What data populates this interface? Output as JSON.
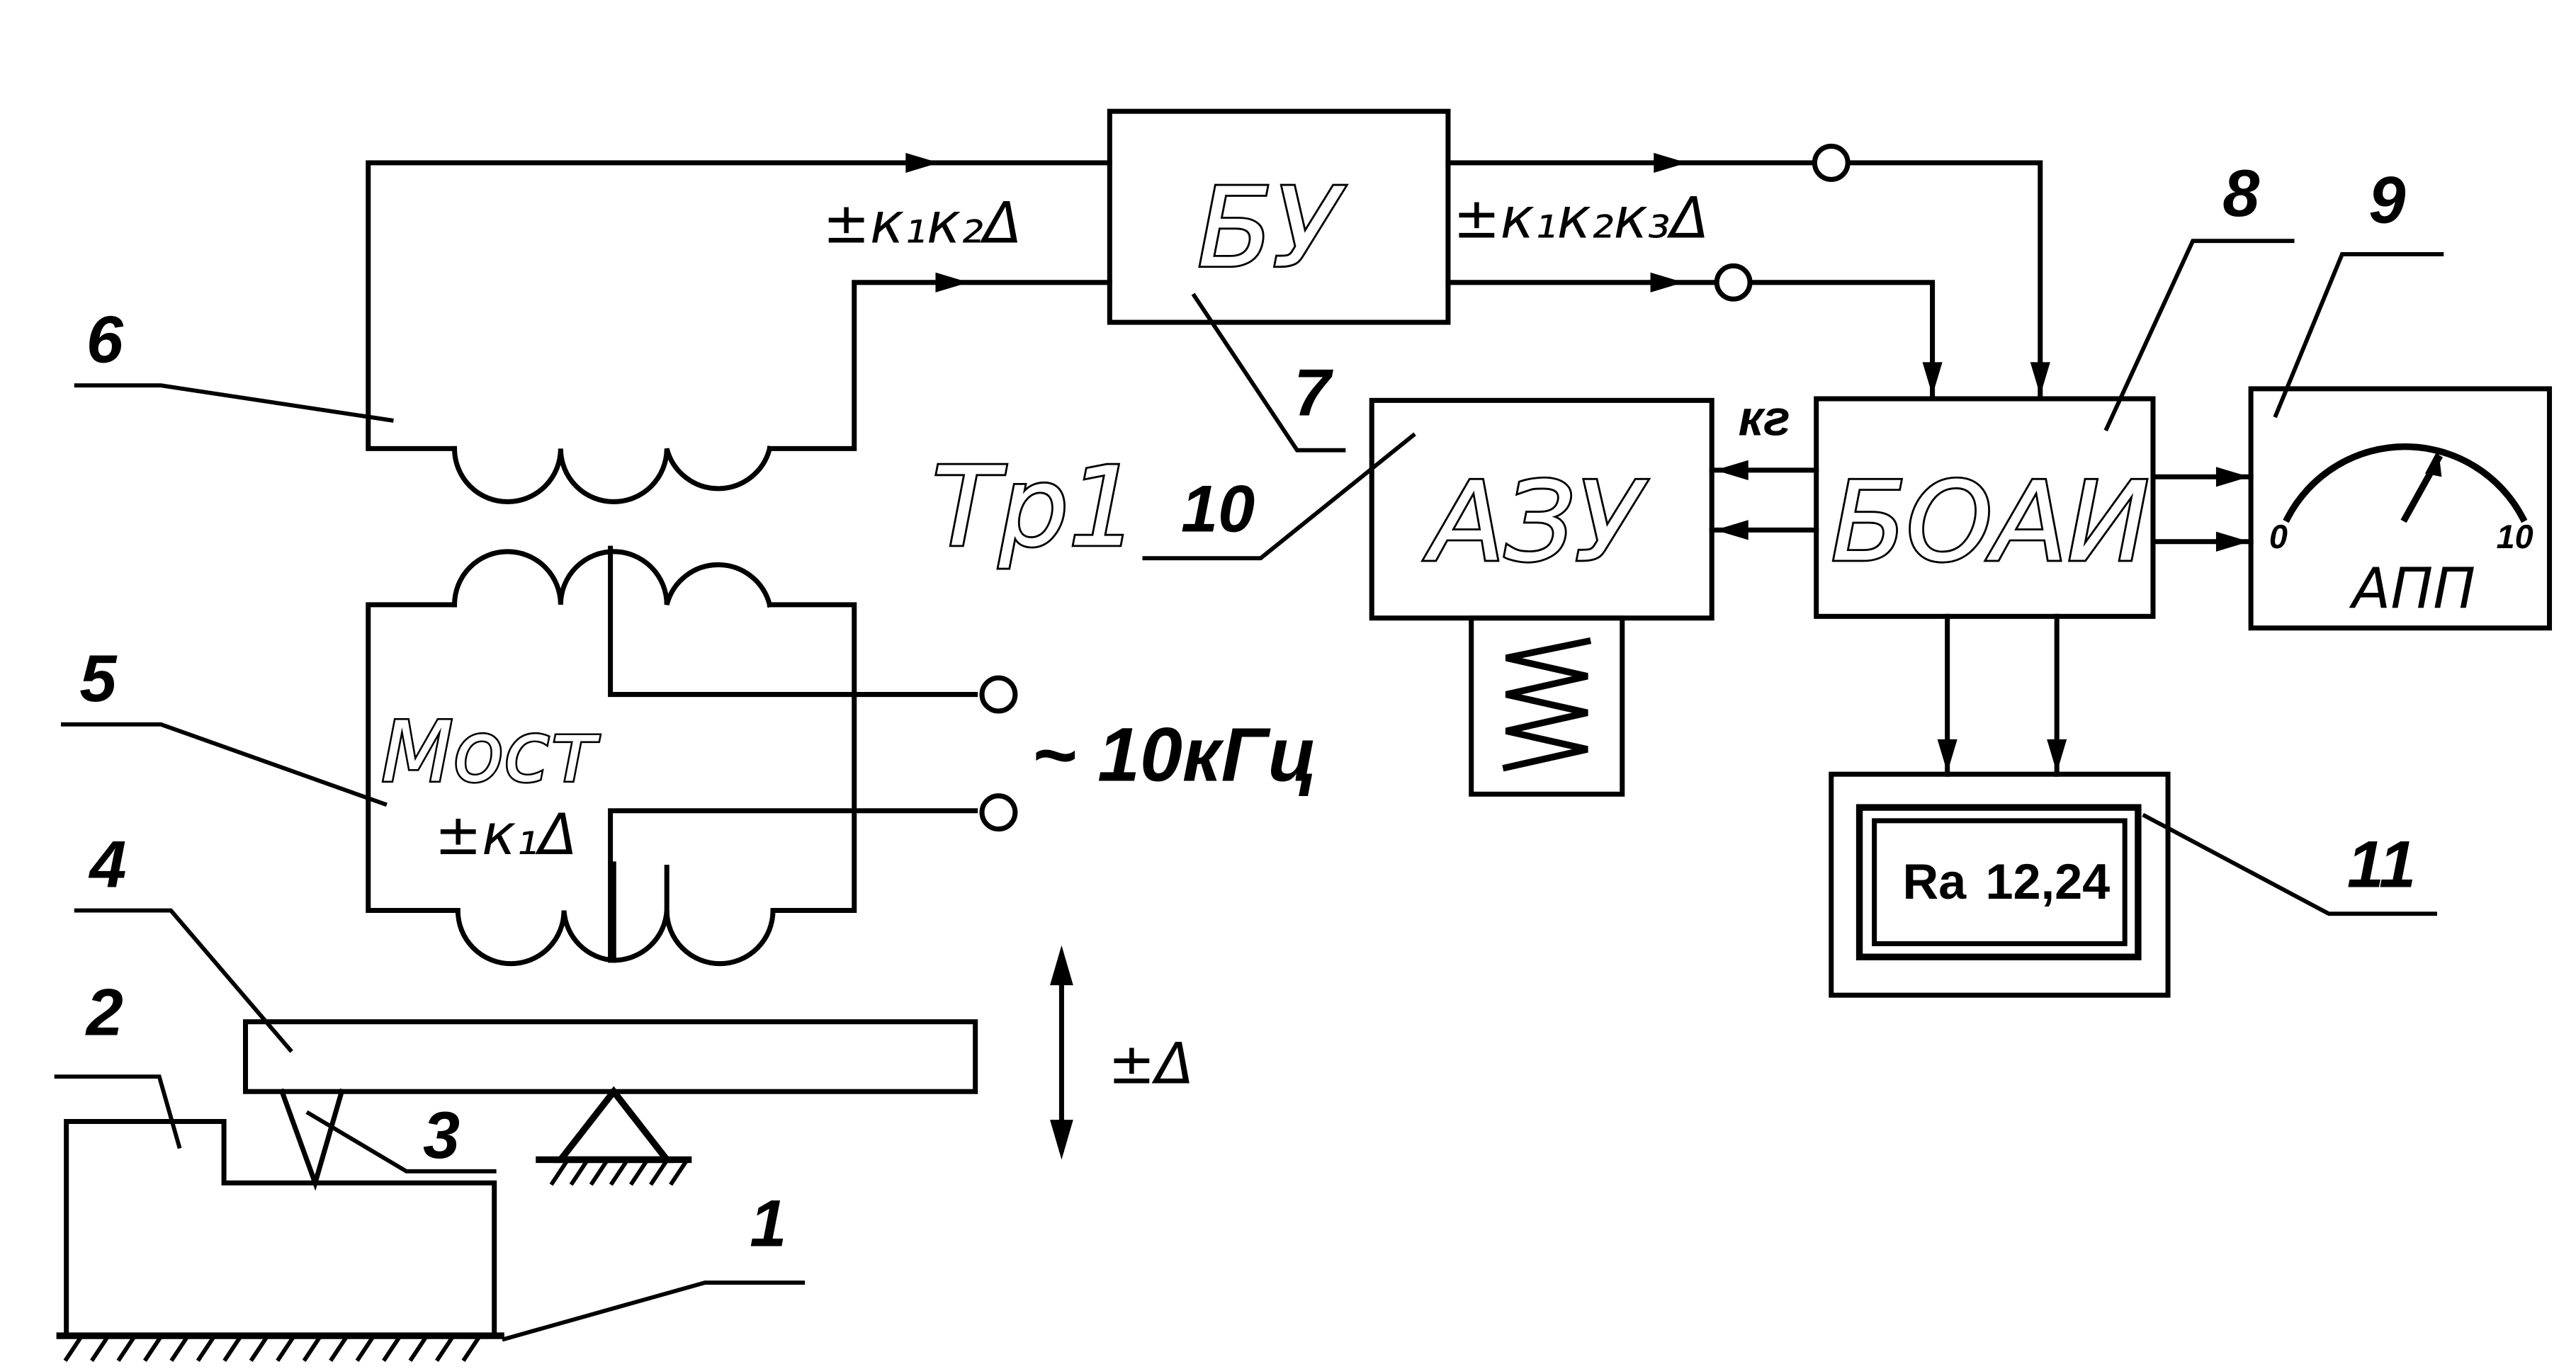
{
  "callouts": {
    "n1": "1",
    "n2": "2",
    "n3": "3",
    "n4": "4",
    "n5": "5",
    "n6": "6",
    "n7": "7",
    "n8": "8",
    "n9": "9",
    "n10": "10",
    "n11": "11"
  },
  "blocks": {
    "bu": "БУ",
    "azu": "АЗУ",
    "boai": "БОАИ",
    "transformer": "Тр1",
    "bridge_name": "Мост",
    "bridge_signal": "±к₁Δ"
  },
  "signals": {
    "k1k2": "±к₁к₂Δ",
    "k1k2k3": "±к₁к₂к₃Δ",
    "kg": "кг",
    "frequency": "~ 10кГц",
    "displacement": "±Δ"
  },
  "meter": {
    "label": "АПП",
    "scale_min": "0",
    "scale_max": "10"
  },
  "display": {
    "param": "Ra",
    "value": "12,24"
  }
}
